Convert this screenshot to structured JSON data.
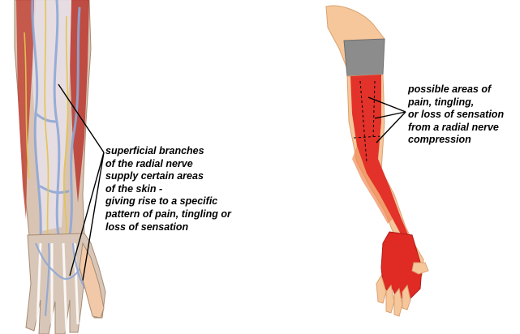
{
  "left_illustration": {
    "caption_lines": [
      "superficial branches",
      "of the radial nerve",
      "supply certain areas",
      "of the skin -",
      "giving rise to a specific",
      "pattern of pain, tingling or",
      "loss of sensation"
    ]
  },
  "right_illustration": {
    "caption_lines": [
      "possible areas of",
      "pain, tingling,",
      "or loss of sensation",
      "from a radial nerve",
      "compression"
    ]
  },
  "colors": {
    "skin": "#f6c79a",
    "affected_area": "#e02a24",
    "bandage": "#8c8c8c",
    "muscle": "#b8372f",
    "vein": "#8fa7d6",
    "nerve": "#e3c44a"
  }
}
